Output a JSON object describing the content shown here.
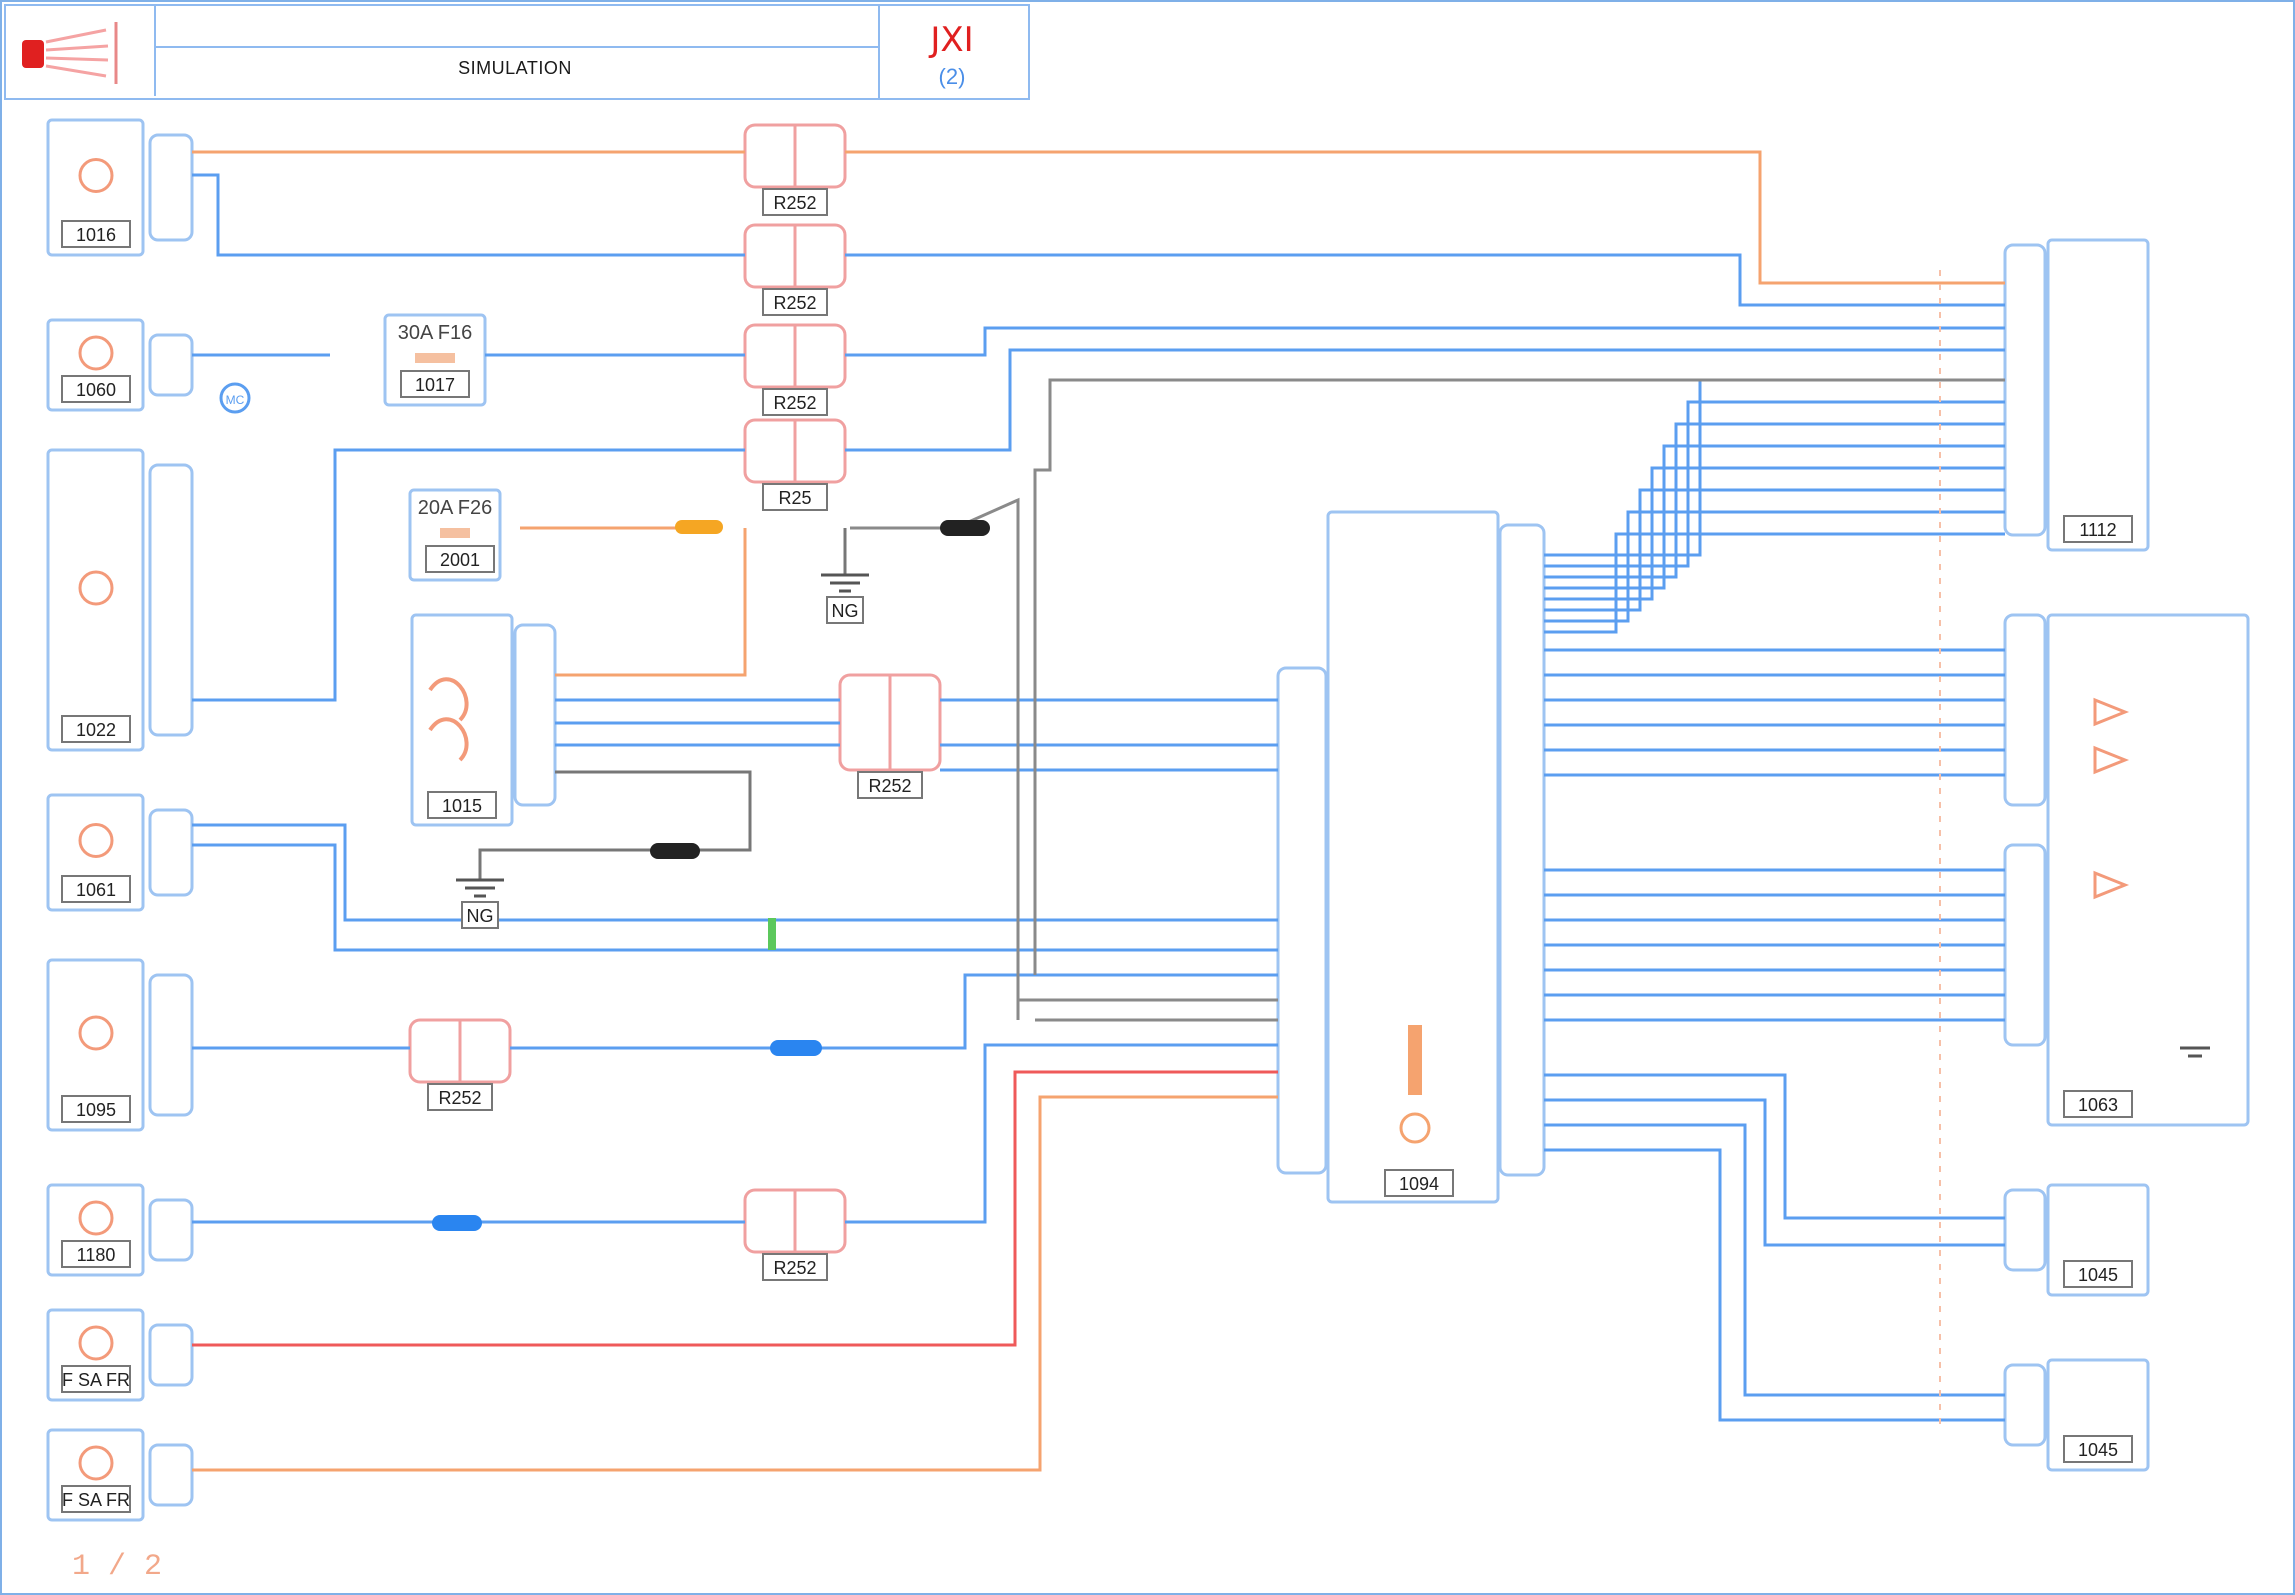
{
  "header": {
    "title": "SIMULATION",
    "code": "JXI",
    "sub": "(2)"
  },
  "footer": {
    "page_number": "1 / 2"
  },
  "colors": {
    "blue_wire": "#5b9ef0",
    "orange_wire": "#f5a36f",
    "red_wire": "#ef5a5a",
    "grey_wire": "#8a8a8a",
    "component_outline": "#9ec4f2",
    "component_symbol": "#f39a7a",
    "header_code": "#e02020"
  },
  "components": {
    "left_column": [
      "1016",
      "1060",
      "1022",
      "1061",
      "1095",
      "1180",
      "F SA FR",
      "F SA FR"
    ],
    "right_column": [
      "1112",
      "1063",
      "1045",
      "1045"
    ],
    "center_ecu": "1094",
    "mid_fuse_box": "1015",
    "fuse_labels": [
      "30A F16",
      "20A F26"
    ],
    "fuse_ids": [
      "1017",
      "2001"
    ],
    "ground_labels": [
      "NG",
      "NG"
    ],
    "splice_labels": [
      "MC"
    ]
  },
  "connectors": {
    "labels": [
      "R252",
      "R252",
      "R252",
      "R25",
      "R252",
      "R252",
      "R252"
    ]
  }
}
